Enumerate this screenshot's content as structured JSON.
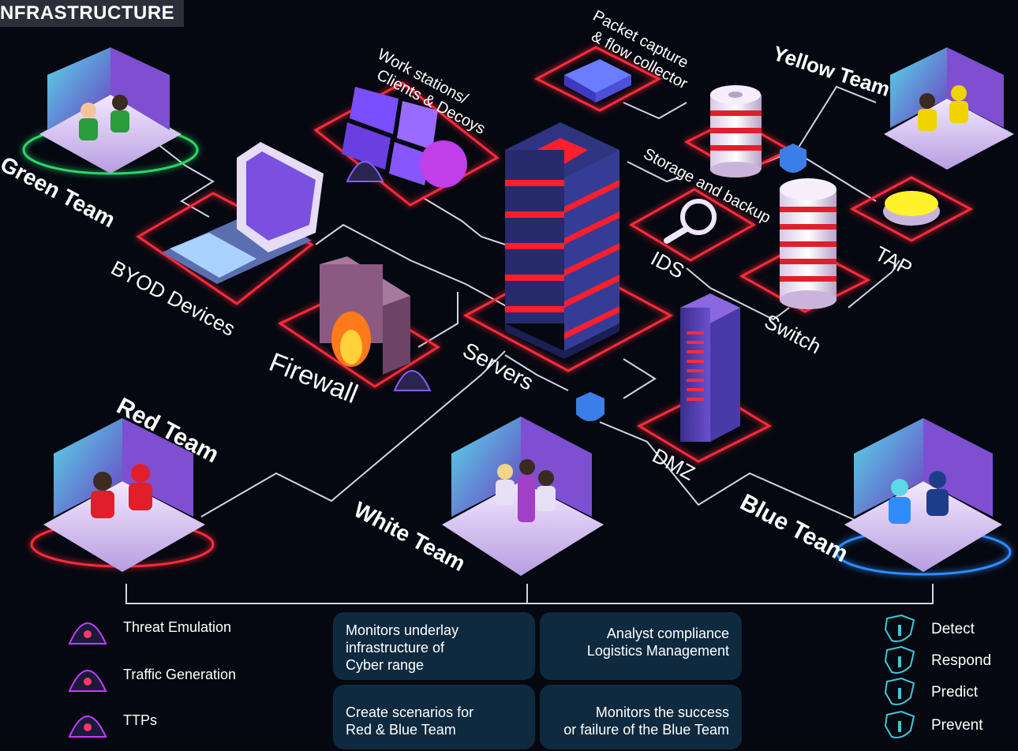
{
  "title": "NFRASTRUCTURE",
  "labels": {
    "green_team": "Green Team",
    "yellow_team": "Yellow Team",
    "red_team": "Red Team",
    "white_team": "White Team",
    "blue_team": "Blue Team",
    "byod": "BYOD Devices",
    "firewall": "Firewall",
    "servers": "Servers",
    "workstations_line1": "Work stations/",
    "workstations_line2": "Clients & Decoys",
    "packet_line1": "Packet capture",
    "packet_line2": "& flow collector",
    "storage": "Storage and backup",
    "ids": "IDS",
    "tap": "TAP",
    "switch": "Switch",
    "dmz": "DMZ"
  },
  "legend": [
    {
      "label": "Threat Emulation",
      "icon": "hacker-icon"
    },
    {
      "label": "Traffic Generation",
      "icon": "hacker-icon"
    },
    {
      "label": "TTPs",
      "icon": "hacker-icon"
    }
  ],
  "panels": {
    "white_top_left": [
      "Monitors underlay",
      "infrastructure of",
      "Cyber range"
    ],
    "white_top_right": [
      "Analyst compliance",
      "Logistics Management"
    ],
    "white_bottom_left": [
      "Create scenarios for",
      "Red & Blue Team"
    ],
    "white_bottom_right": [
      "Monitors the success",
      "or failure of the Blue Team"
    ]
  },
  "blue_actions": [
    {
      "label": "Detect",
      "icon": "shield-icon"
    },
    {
      "label": "Respond",
      "icon": "shield-icon"
    },
    {
      "label": "Predict",
      "icon": "shield-icon"
    },
    {
      "label": "Prevent",
      "icon": "shield-icon"
    }
  ],
  "colors": {
    "background": "#050810",
    "glow_red": "#ff2a3a",
    "server_blue": "#2e3480",
    "panel_bg": "#0f2a3f",
    "room_purple": "#7b4fc8",
    "room_cyan": "#4fd3e8"
  }
}
